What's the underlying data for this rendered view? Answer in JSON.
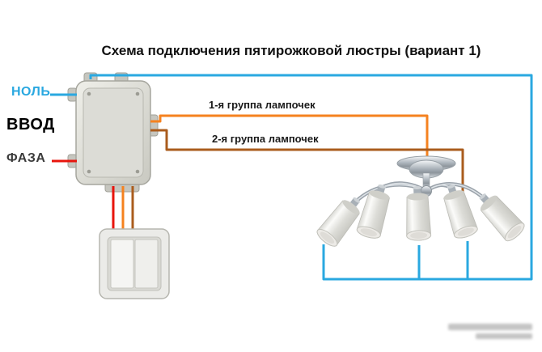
{
  "title": "Схема подключения пятирожковой люстры (вариант 1)",
  "labels": {
    "neutral": "НОЛЬ",
    "input": "ВВОД",
    "phase": "ФАЗА"
  },
  "wire_groups": {
    "group1": "1-я группа лампочек",
    "group2": "2-я группа лампочек"
  },
  "colors": {
    "neutral_wire": "#2aa8e0",
    "phase_wire": "#e8140c",
    "group1_wire": "#f5821f",
    "group2_wire": "#aa5c1d",
    "neutral_label": "#2aa8e0",
    "input_label": "#000000",
    "phase_label": "#3b3b3b",
    "title_color": "#111111"
  },
  "components": {
    "junction_box": "junction-box",
    "switch": "two-gang-switch",
    "chandelier": "five-lamp-chandelier",
    "lamp_count": 5
  }
}
